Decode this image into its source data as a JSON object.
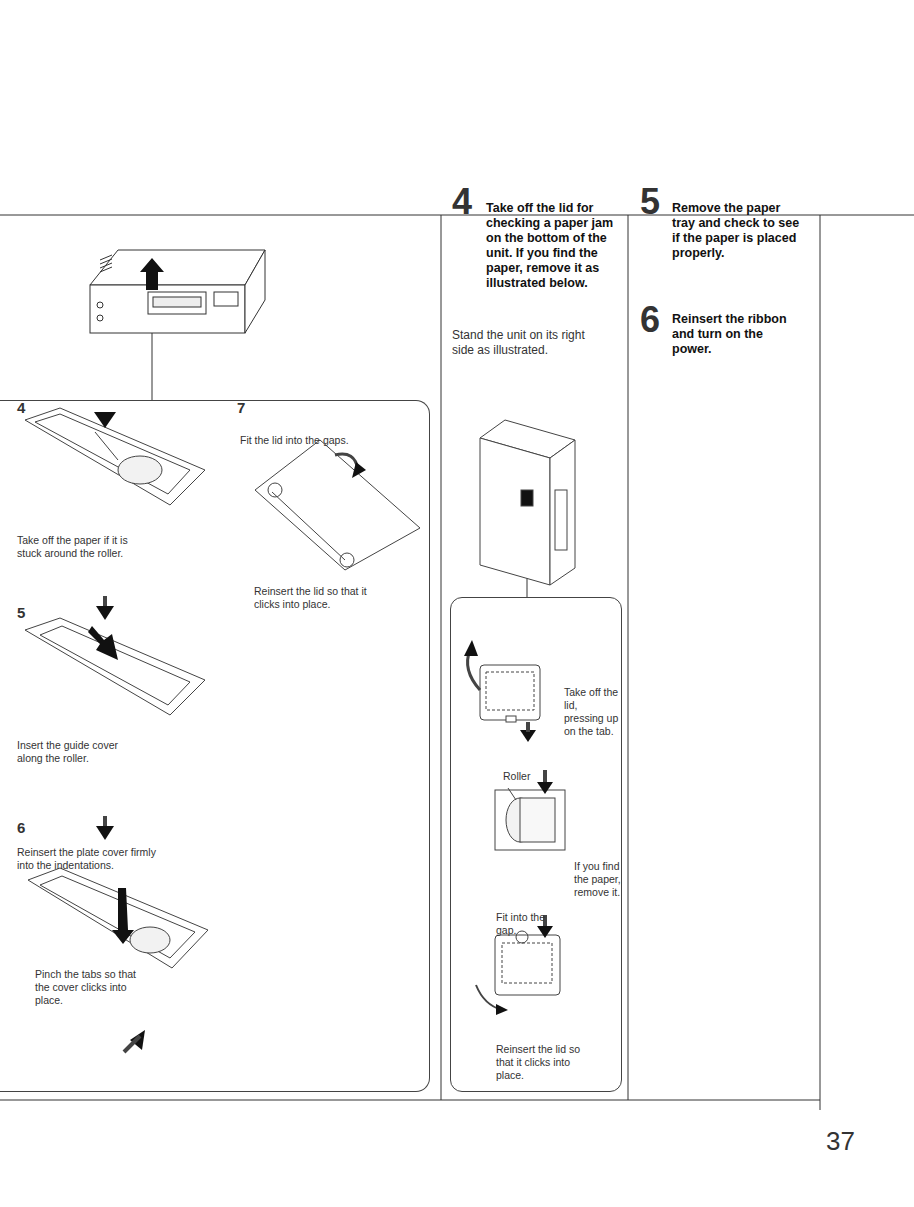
{
  "diagram": {
    "nodes": [
      {
        "text": [
          "4",
          "7",
          "Fit the lid into the gaps.",
          "Take off the paper if it is stuck around the roller.",
          "5",
          "Reinsert the lid so that it clicks into place.",
          "Insert the guide cover along the roller.",
          "6",
          "Reinsert the plate cover firmly into the indentations.",
          "Pinch the tabs so that the cover clicks into place."
        ]
      },
      {
        "text": [
          "Take off the lid, pressing up on the tab.",
          "Roller",
          "If you find the paper, remove it.",
          "Fit into the gap.",
          "Reinsert the lid so that it clicks into place."
        ]
      }
    ],
    "labels": [
      "4",
      "Take off the lid for checking a paper jam on the bottom of the unit. If you find the paper, remove it as illustrated below.",
      "Stand the unit on its right side as illustrated.",
      "5",
      "Remove the paper tray and check to see if the paper is placed properly.",
      "6",
      "Reinsert the ribbon and turn on the power.",
      "37"
    ]
  }
}
